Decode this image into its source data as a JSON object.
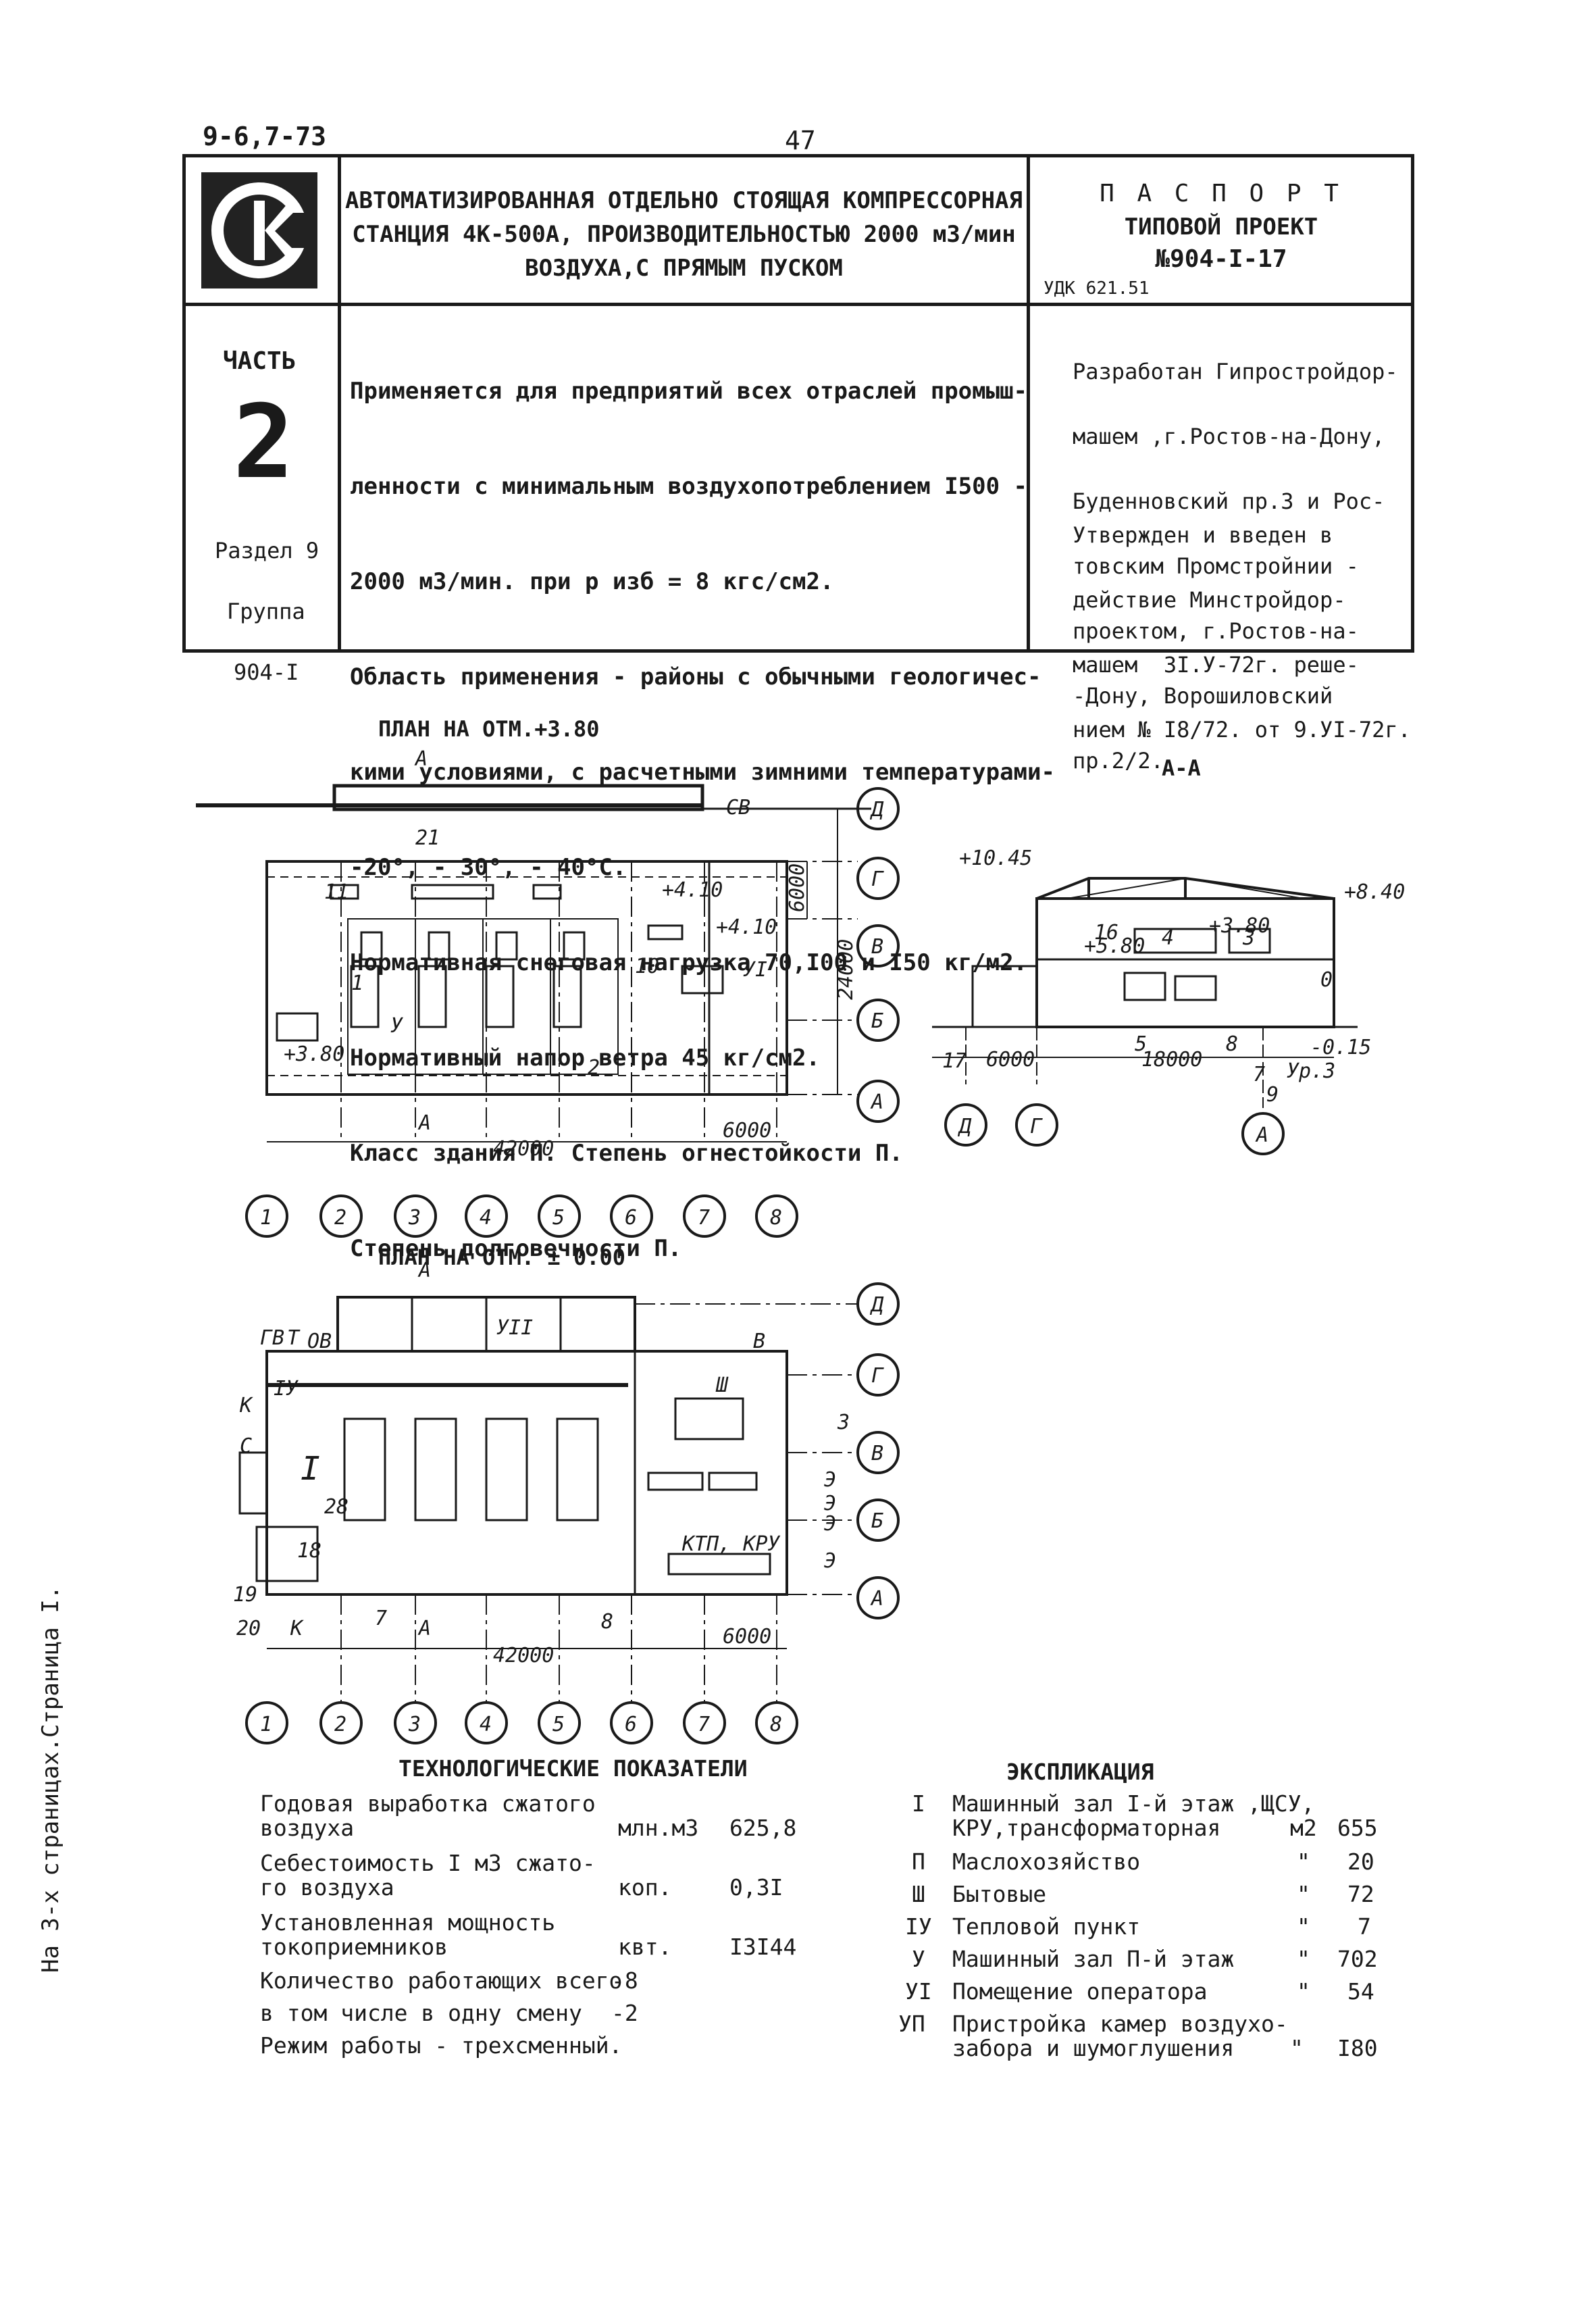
{
  "top": {
    "code": "9-6,7-73",
    "page_number": "47"
  },
  "header": {
    "title_lines": [
      "АВТОМАТИЗИРОВАННАЯ ОТДЕЛЬНО СТОЯЩАЯ КОМПРЕССОРНАЯ",
      "СТАНЦИЯ 4К-500А, ПРОИЗВОДИТЕЛЬНОСТЬЮ 2000 м3/мин",
      "ВОЗДУХА,С ПРЯМЫМ ПУСКОМ"
    ],
    "passport": "П А С П О Р Т",
    "project_label": "ТИПОВОЙ ПРОЕКТ",
    "project_number": "№904-I-17",
    "udk": "УДК 621.51"
  },
  "side": {
    "part_label": "ЧАСТЬ",
    "part_number": "2",
    "section": "Раздел 9",
    "group": "Группа",
    "group_number": "904-I"
  },
  "description_lines": [
    "Применяется для предприятий всех отраслей промыш-",
    "ленности с минимальным воздухопотреблением I500 -",
    "2000 м3/мин. при р изб = 8 кгс/см2.",
    "Область применения - районы с обычными геологичес-",
    "кими условиями, с расчетными зимними температурами-",
    "-20°, - 30°, - 40°С.",
    "Нормативная снеговая нагрузка 70,I00 и I50 кг/м2.",
    "Нормативный напор ветра 45 кг/см2.",
    "Класс здания П. Степень огнестойкости П.",
    "Степень долговечности П."
  ],
  "developer_lines": [
    "Разработан Гипростройдор-",
    "машем ,г.Ростов-на-Дону,",
    "Буденновский пр.3 и Рос-",
    "товским Промстройнии -",
    "проектом, г.Ростов-на-",
    "-Дону, Ворошиловский",
    "пр.2/2."
  ],
  "approval_lines": [
    "Утвержден и введен в",
    "действие Минстройдор-",
    "машем  3I.У-72г. реше-",
    "нием № I8/72. от 9.УI-72г."
  ],
  "drawings": {
    "plan_top_title": "ПЛАН НА ОТМ.+3.80",
    "plan_bottom_title": "ПЛАН НА ОТМ. ± 0.00",
    "section_title": "А-А",
    "dim_total": "42000",
    "dim_bay": "6000",
    "dim_width": "24000",
    "dim_section_a": "6000",
    "dim_section_b": "18000",
    "axes_numbers": [
      "1",
      "2",
      "3",
      "4",
      "5",
      "6",
      "7",
      "8"
    ],
    "axes_letters": [
      "Д",
      "Г",
      "В",
      "Б",
      "А"
    ],
    "section_axes": [
      "Д",
      "Г",
      "А"
    ],
    "cut_mark": "А",
    "marks_top": [
      "СВ",
      "21",
      "11",
      "+4.10",
      "+4.10",
      "10",
      "У",
      "УI",
      "1",
      "2",
      "+3.80",
      "6000"
    ],
    "marks_bottom": [
      "ГВ",
      "Т",
      "ОВ",
      "К",
      "С",
      "I",
      "IУ",
      "УII",
      "Ш",
      "3",
      "КТП, КРУ",
      "Э",
      "Э",
      "Э",
      "Э",
      "28",
      "18",
      "19",
      "20",
      "7",
      "8",
      "К",
      "В"
    ],
    "marks_section": [
      "+10.45",
      "+8.40",
      "+5.80",
      "+3.80",
      "0",
      "-0.15",
      "Ур.3",
      "17",
      "16",
      "4",
      "3",
      "5",
      "8",
      "7",
      "9"
    ]
  },
  "tech": {
    "title": "ТЕХНОЛОГИЧЕСКИЕ ПОКАЗАТЕЛИ",
    "rows": [
      {
        "name": "Годовая выработка сжатого\nвоздуха",
        "unit": "млн.м3",
        "value": "625,8"
      },
      {
        "name": "Себестоимость I м3 сжато-\nго воздуха",
        "unit": "коп.",
        "value": "0,3I"
      },
      {
        "name": "Установленная мощность\nтокоприемников",
        "unit": "квт.",
        "value": "I3I44"
      },
      {
        "name": "Количество работающих всего",
        "unit": "-8",
        "value": ""
      },
      {
        "name": "в том числе в одну смену",
        "unit": "-2",
        "value": ""
      },
      {
        "name": "Режим работы - трехсменный.",
        "unit": "",
        "value": ""
      }
    ]
  },
  "expl": {
    "title": "ЭКСПЛИКАЦИЯ",
    "rows": [
      {
        "num": "I",
        "name": "Машинный зал I-й этаж ,ЩСУ,\nКРУ,трансформаторная",
        "unit": "м2",
        "value": "655"
      },
      {
        "num": "П",
        "name": "Маслохозяйство",
        "unit": "\"",
        "value": "20"
      },
      {
        "num": "Ш",
        "name": "Бытовые",
        "unit": "\"",
        "value": "72"
      },
      {
        "num": "IУ",
        "name": "Тепловой пункт",
        "unit": "\"",
        "value": "7"
      },
      {
        "num": "У",
        "name": "Машинный зал П-й этаж",
        "unit": "\"",
        "value": "702"
      },
      {
        "num": "УI",
        "name": "Помещение оператора",
        "unit": "\"",
        "value": "54"
      },
      {
        "num": "УП",
        "name": "Пристройка камер воздухо-\nзабора и шумоглушения",
        "unit": "\"",
        "value": "I80"
      }
    ]
  },
  "margin_note": "На 3-х страницах.Страница I."
}
